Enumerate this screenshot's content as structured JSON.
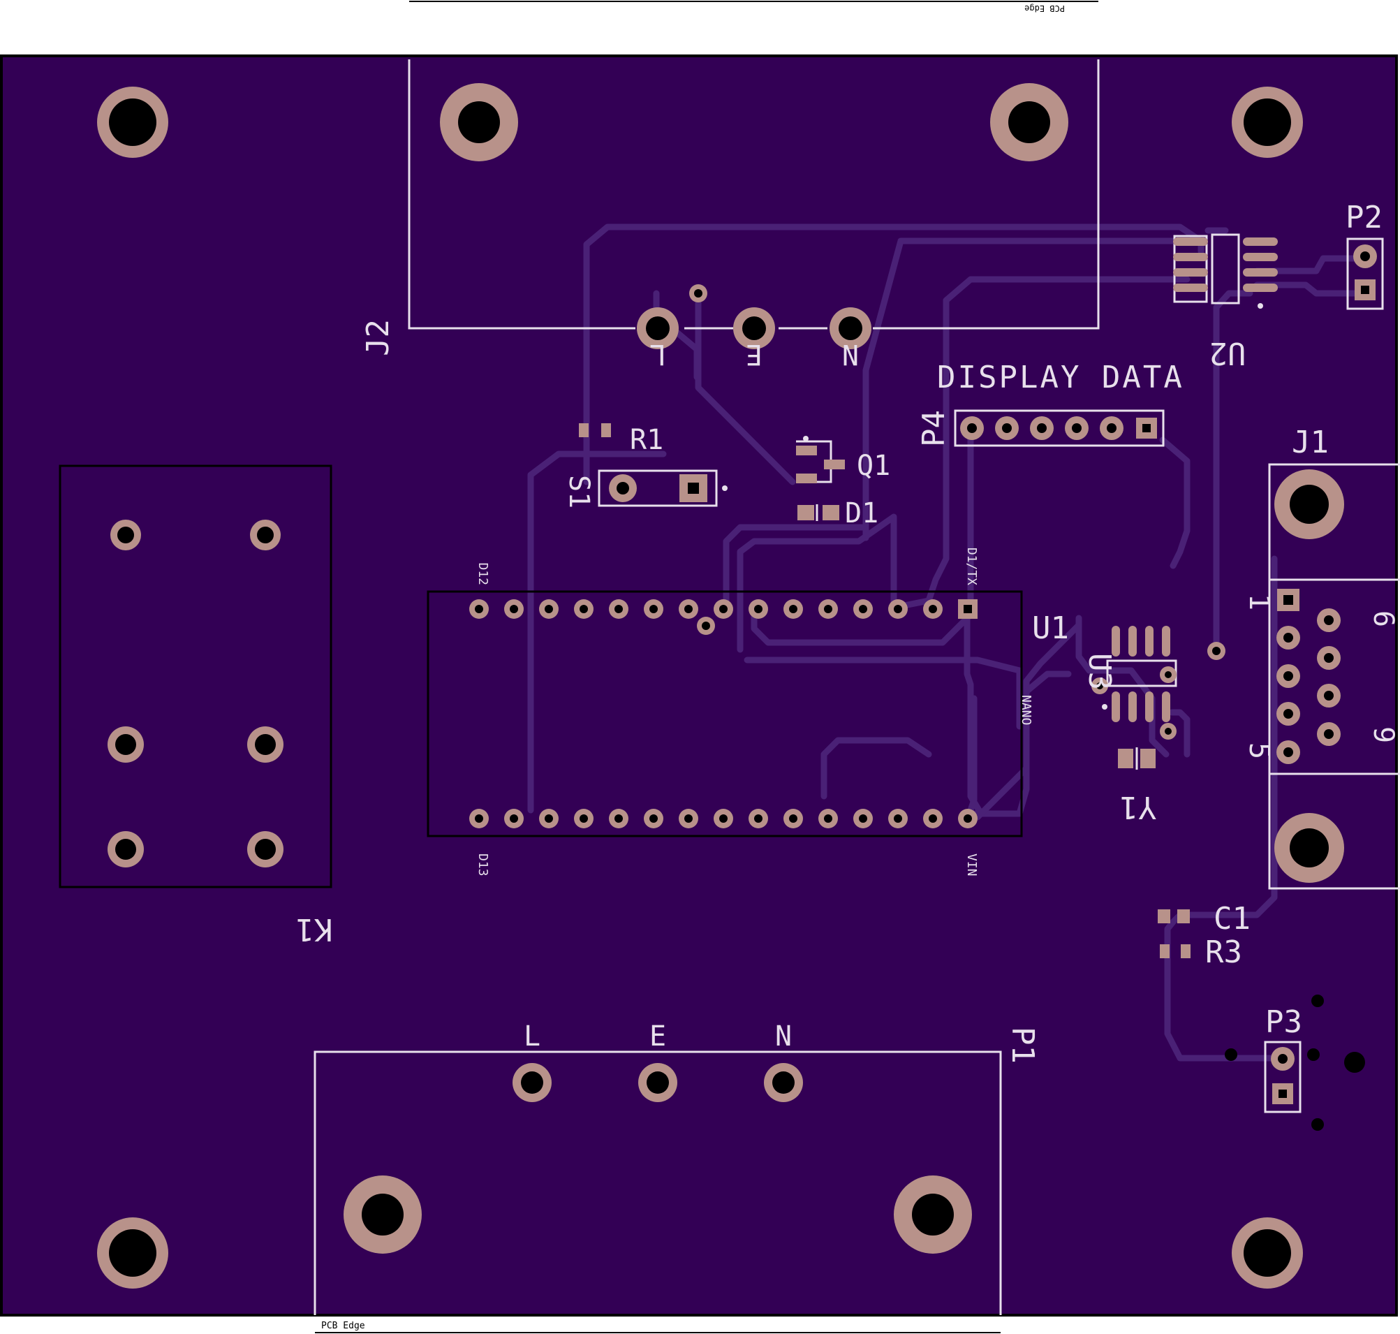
{
  "colors": {
    "board": "#330055",
    "trace": "#4a2176",
    "copper": "#b8928a",
    "silkscreen": "#e8e0ec",
    "drill": "#000000"
  },
  "edge_labels": {
    "top": "PCB Edge",
    "bottom": "PCB Edge"
  },
  "refdes": {
    "J2": "J2",
    "J1": "J1",
    "P1": "P1",
    "P2": "P2",
    "P3": "P3",
    "P4": "P4",
    "U1": "U1",
    "U2": "U2",
    "U3": "U3",
    "R1": "R1",
    "R3": "R3",
    "C1": "C1",
    "Q1": "Q1",
    "D1": "D1",
    "S1": "S1",
    "Y1": "Y1",
    "K1": "K1"
  },
  "texts": {
    "display_data": "DISPLAY DATA",
    "j2_pins": [
      "L",
      "E",
      "N"
    ],
    "p1_pins": [
      "L",
      "E",
      "N"
    ],
    "u1_d12": "D12",
    "u1_d13": "D13",
    "u1_d1tx": "D1/TX",
    "u1_vin": "VIN",
    "u1_nano": "NANO",
    "j1_pin1": "1",
    "j1_pin5": "5",
    "j1_pin6": "6",
    "j1_pin9": "9"
  }
}
